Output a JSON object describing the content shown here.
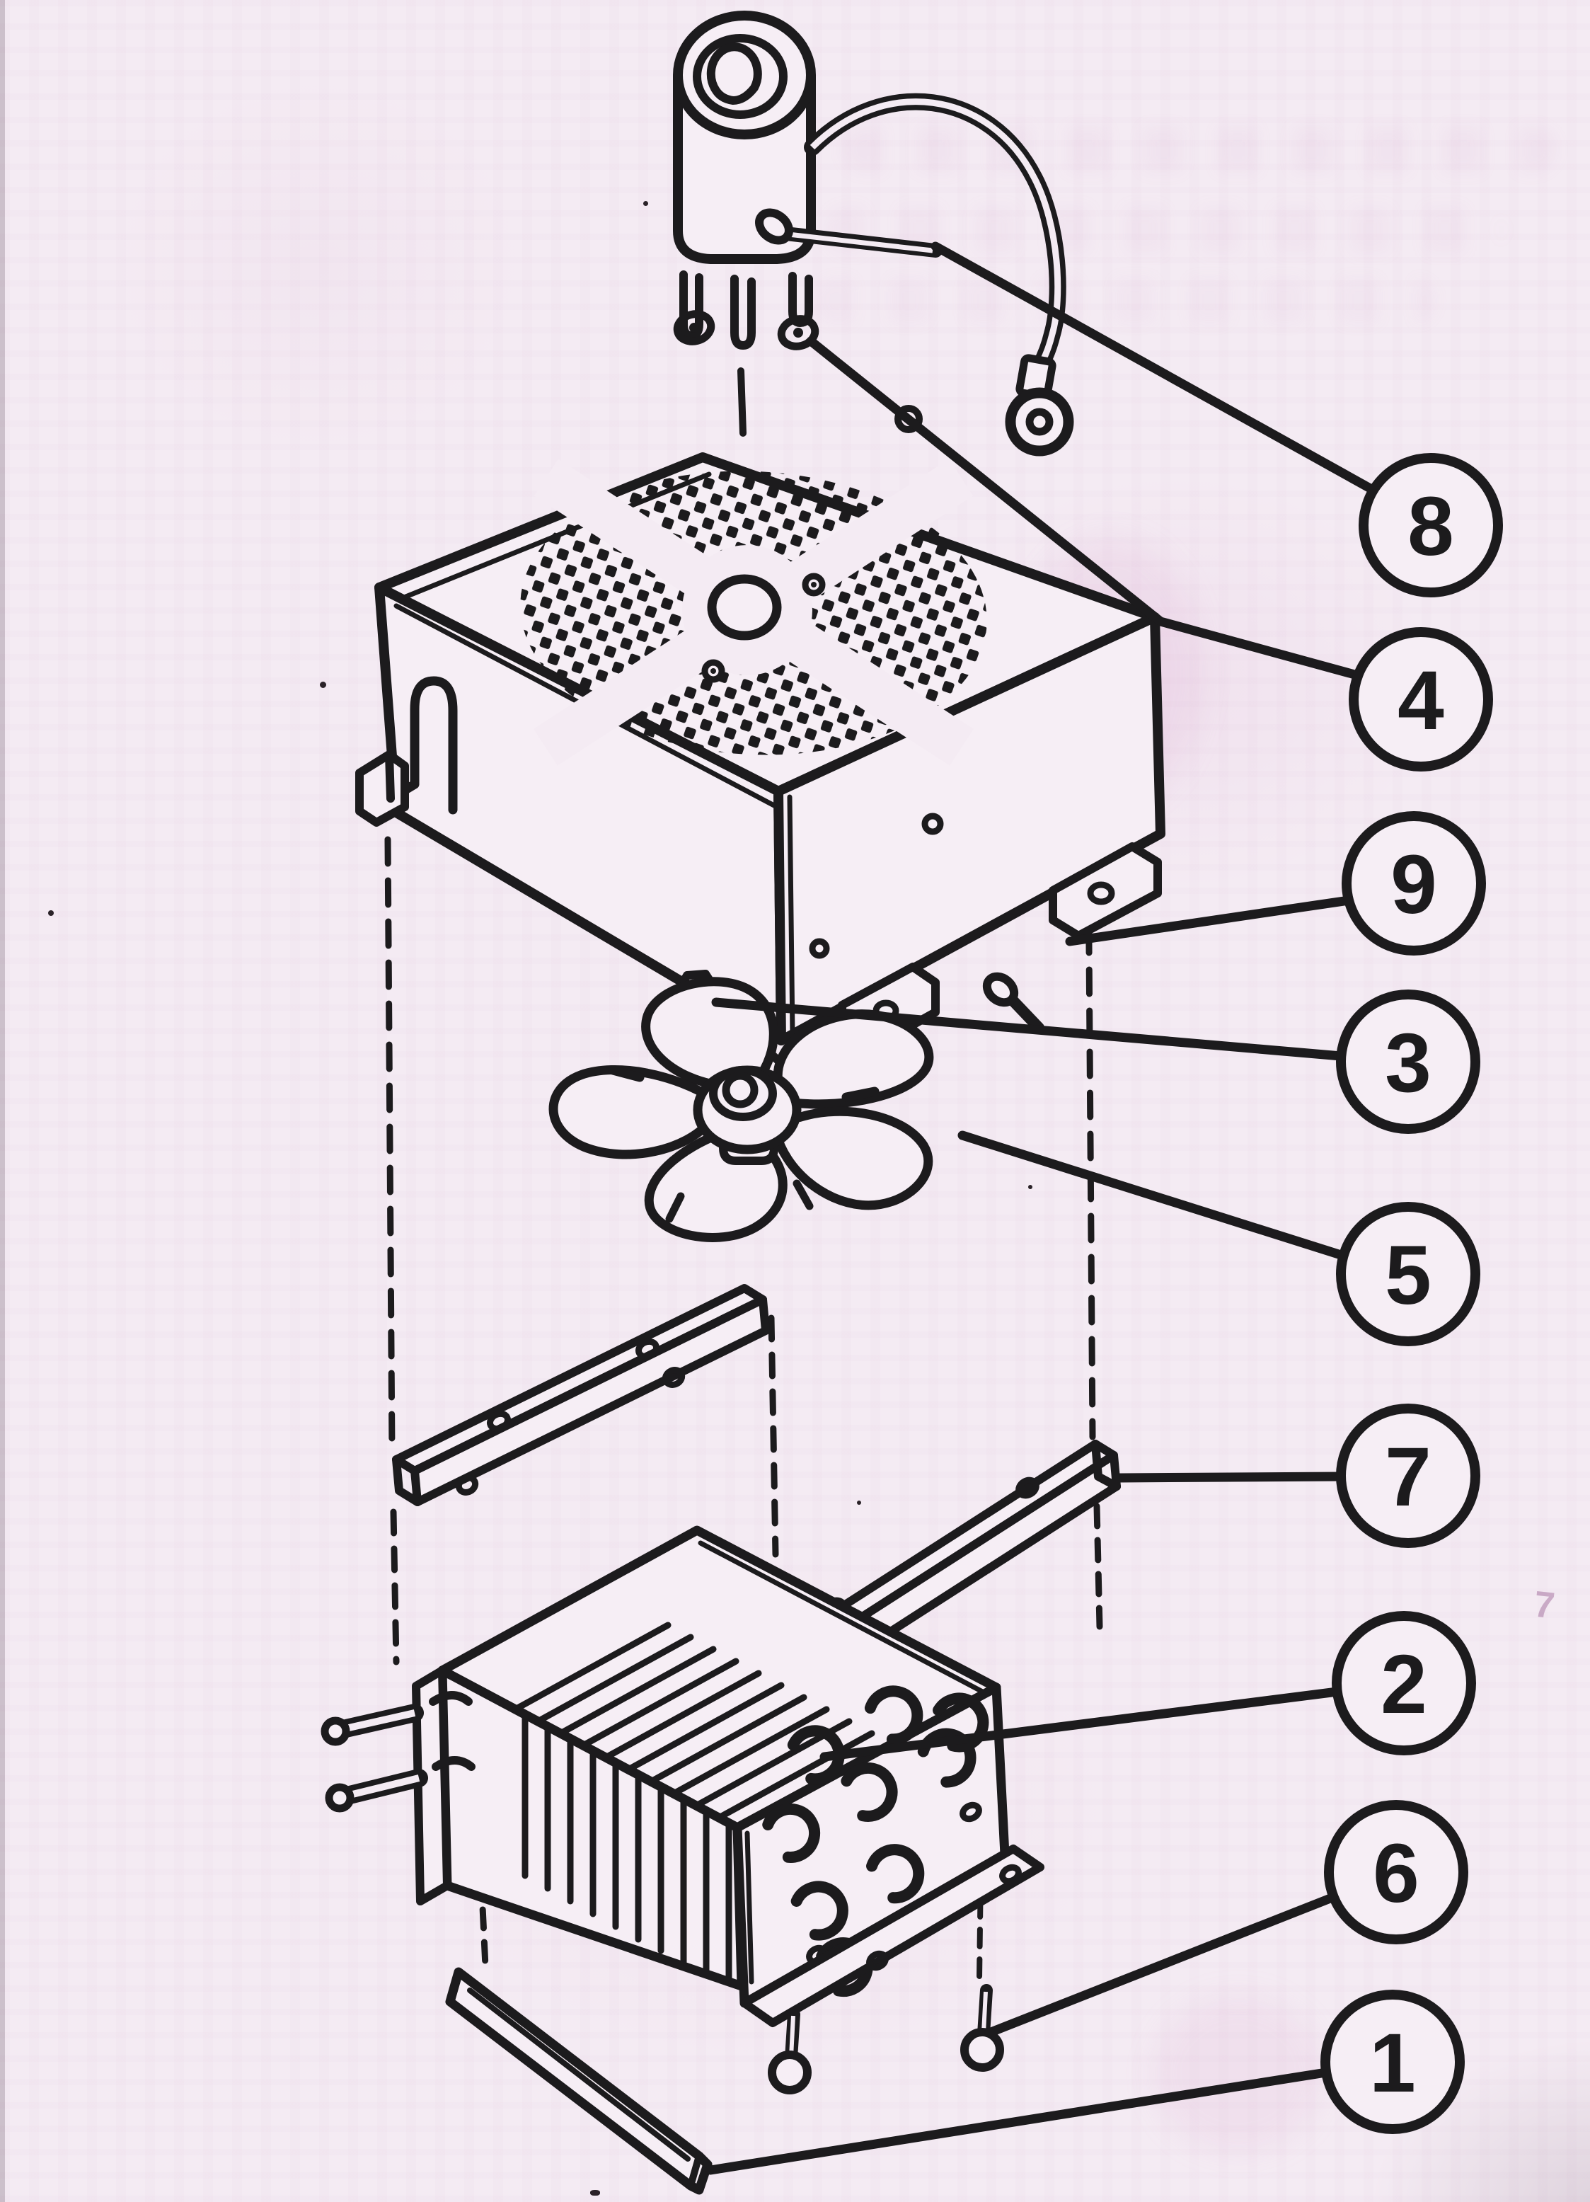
{
  "figure": {
    "callouts": [
      {
        "label": "8"
      },
      {
        "label": "4"
      },
      {
        "label": "9"
      },
      {
        "label": "3"
      },
      {
        "label": "5"
      },
      {
        "label": "7"
      },
      {
        "label": "2"
      },
      {
        "label": "6"
      },
      {
        "label": "1"
      }
    ]
  },
  "marks": {
    "pencil_seven": "7"
  },
  "colors": {
    "paper": "#f4ebf3",
    "ink": "#1c1b1d",
    "bleed_pink": "#d59ecb",
    "pencil_mark": "#a776a3"
  }
}
